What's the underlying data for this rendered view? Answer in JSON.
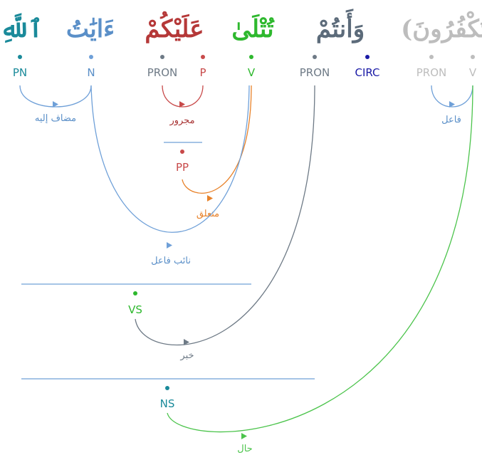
{
  "words": [
    {
      "id": "allah",
      "text": "ٱللَّهِ",
      "color": "#1a8a9a"
    },
    {
      "id": "ayat",
      "text": "ءَايَٰتُ",
      "color": "#5a8fc8"
    },
    {
      "id": "alaykum",
      "text": "عَلَيْكُمْ",
      "color": "#b53838",
      "alt_color": "#6e7a86"
    },
    {
      "id": "tutla",
      "text": "تُتْلَىٰ",
      "color": "#2eb82e"
    },
    {
      "id": "wa_antum",
      "text": "وَأَنتُمْ",
      "color": "#5c6b7a",
      "alt_color": "#1a1aa6"
    },
    {
      "id": "takfuruna",
      "text": "(تَكْفُرُونَ",
      "color": "#bdbdbd"
    }
  ],
  "tags": {
    "pn": "PN",
    "n": "N",
    "pron_1": "PRON",
    "p": "P",
    "v_1": "V",
    "pron_2": "PRON",
    "circ": "CIRC",
    "pron_3": "PRON",
    "v_2": "V",
    "pp": "PP",
    "vs": "VS",
    "ns": "NS"
  },
  "relations": {
    "mudaf_ilayh": "مضاف إليه",
    "majrur": "مجرور",
    "fail": "فاعل",
    "mutaallaq": "متعلق",
    "naib_fail": "نائب فاعل",
    "khabar": "خبر",
    "hal": "حال"
  },
  "colors": {
    "blue": "#6fa0d8",
    "red": "#c84a4a",
    "orange": "#e8822a",
    "slate": "#6e7a86",
    "green": "#4cc44c",
    "teal": "#1a8a9a",
    "navy": "#1a1aa6",
    "gray": "#bdbdbd",
    "dark_red": "#a83232"
  }
}
